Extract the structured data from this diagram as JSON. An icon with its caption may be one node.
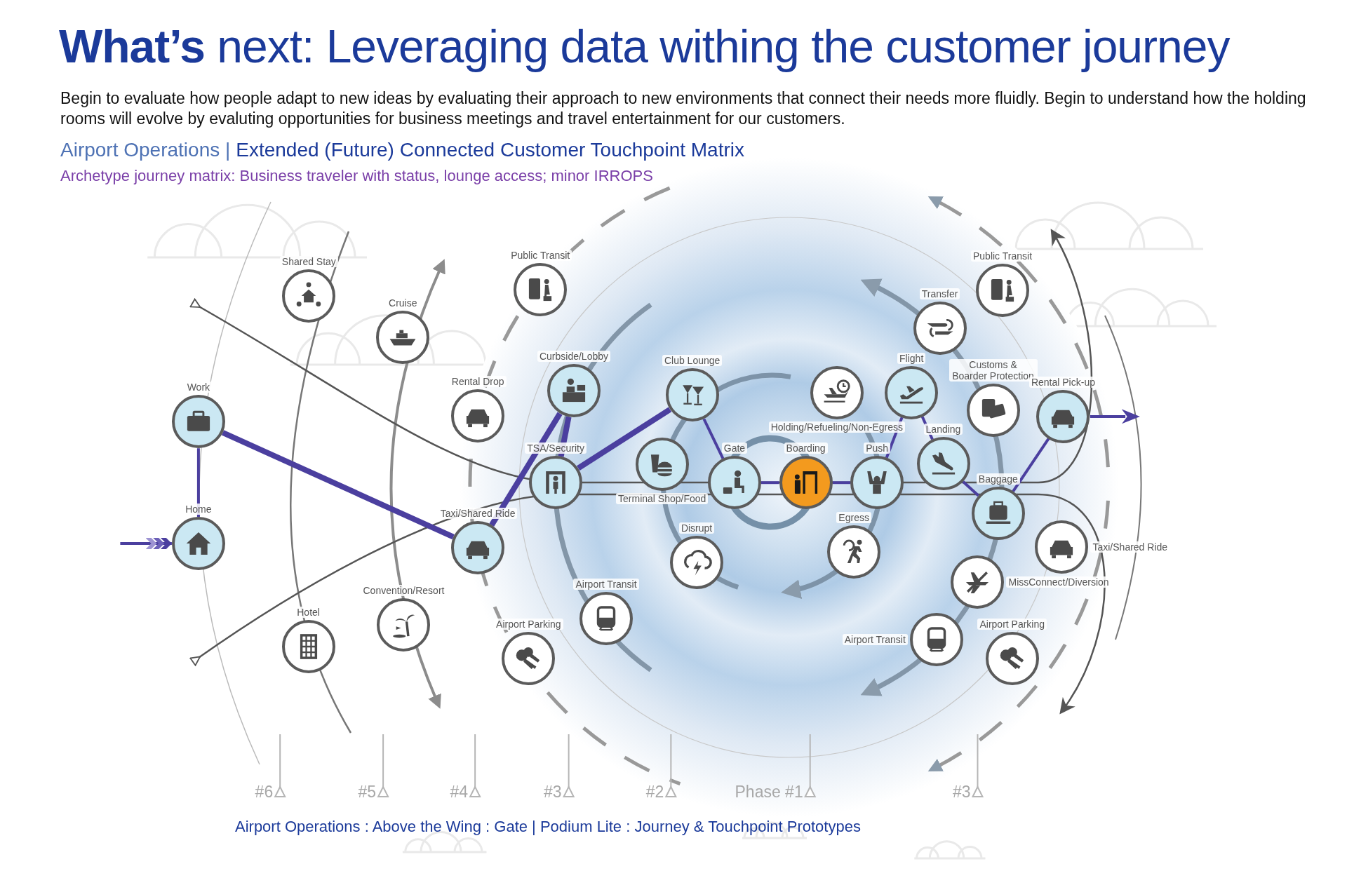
{
  "diagram": {
    "title": "**What’s** next: Leveraging data withing the customer journey",
    "caption": "Airport Operations : Above the Wing : Gate | Podium Lite : Journey & Touchpoint Prototypes",
    "nodes": [
      {
        "text": [
          "Work"
        ]
      },
      {
        "text": [
          "Home"
        ]
      },
      {
        "text": [
          "Shared Stay"
        ]
      },
      {
        "text": [
          "Cruise"
        ]
      },
      {
        "text": [
          "Hotel"
        ]
      },
      {
        "text": [
          "Convention/Resort"
        ]
      },
      {
        "text": [
          "Public Transit"
        ]
      },
      {
        "text": [
          "Rental Drop"
        ]
      },
      {
        "text": [
          "Taxi/Shared Ride"
        ]
      },
      {
        "text": [
          "Curbside/Lobby"
        ]
      },
      {
        "text": [
          "TSA/Security"
        ]
      },
      {
        "text": [
          "Club Lounge"
        ]
      },
      {
        "text": [
          "Terminal Shop/Food"
        ]
      },
      {
        "text": [
          "Gate"
        ]
      },
      {
        "text": [
          "Boarding"
        ]
      },
      {
        "text": [
          "Disrupt"
        ]
      },
      {
        "text": [
          "Airport Transit"
        ]
      },
      {
        "text": [
          "Airport Parking"
        ]
      },
      {
        "text": [
          "Holding/Refueling/Non-Egress"
        ]
      },
      {
        "text": [
          "Push"
        ]
      },
      {
        "text": [
          "Egress"
        ]
      },
      {
        "text": [
          "Flight"
        ]
      },
      {
        "text": [
          "Transfer"
        ]
      },
      {
        "text": [
          "Public Transit"
        ]
      },
      {
        "text": [
          "Customs & Boarder Protection"
        ]
      },
      {
        "text": [
          "Landing"
        ]
      },
      {
        "text": [
          "Baggage"
        ]
      },
      {
        "text": [
          "Rental Pick-up"
        ]
      },
      {
        "text": [
          "Taxi/Shared Ride"
        ]
      },
      {
        "text": [
          "MissConnect/Diversion"
        ]
      },
      {
        "text": [
          "Airport Transit"
        ]
      },
      {
        "text": [
          "Airport Parking"
        ]
      }
    ],
    "edges": [
      {
        "from": null,
        "to": 1,
        "arrow": "to"
      },
      {
        "from": 0,
        "to": 1,
        "arrow": "none"
      },
      {
        "from": 0,
        "to": 8,
        "arrow": "none",
        "style": "thick"
      },
      {
        "from": 8,
        "to": 9,
        "arrow": "none",
        "style": "thick"
      },
      {
        "from": 9,
        "to": 10,
        "arrow": "none",
        "style": "thick"
      },
      {
        "from": 10,
        "to": 11,
        "arrow": "none",
        "style": "thick"
      },
      {
        "from": 11,
        "to": 13,
        "arrow": "none"
      },
      {
        "from": 13,
        "to": 14,
        "arrow": "none"
      },
      {
        "from": 14,
        "to": 19,
        "arrow": "none"
      },
      {
        "from": 19,
        "to": 21,
        "arrow": "none"
      },
      {
        "from": 21,
        "to": 25,
        "arrow": "none"
      },
      {
        "from": 25,
        "to": 26,
        "arrow": "none"
      },
      {
        "from": 26,
        "to": 27,
        "arrow": "none"
      },
      {
        "from": 27,
        "to": null,
        "arrow": "to"
      }
    ],
    "labels": [
      "Begin to evaluate how people adapt to new ideas by evaluating their approach to new environments that connect their needs more fluidly. Begin to understand how the holding rooms will evolve by evaluting opportunities for business meetings and travel entertainment for our customers.",
      "Airport Operations |",
      "Extended (Future) Connected Customer Touchpoint Matrix",
      "Archetype journey matrix: Business traveler with status, lounge access; minor IRROPS",
      "#6",
      "#5",
      "#4",
      "#3",
      "#2",
      "Phase #1",
      "#3"
    ]
  }
}
